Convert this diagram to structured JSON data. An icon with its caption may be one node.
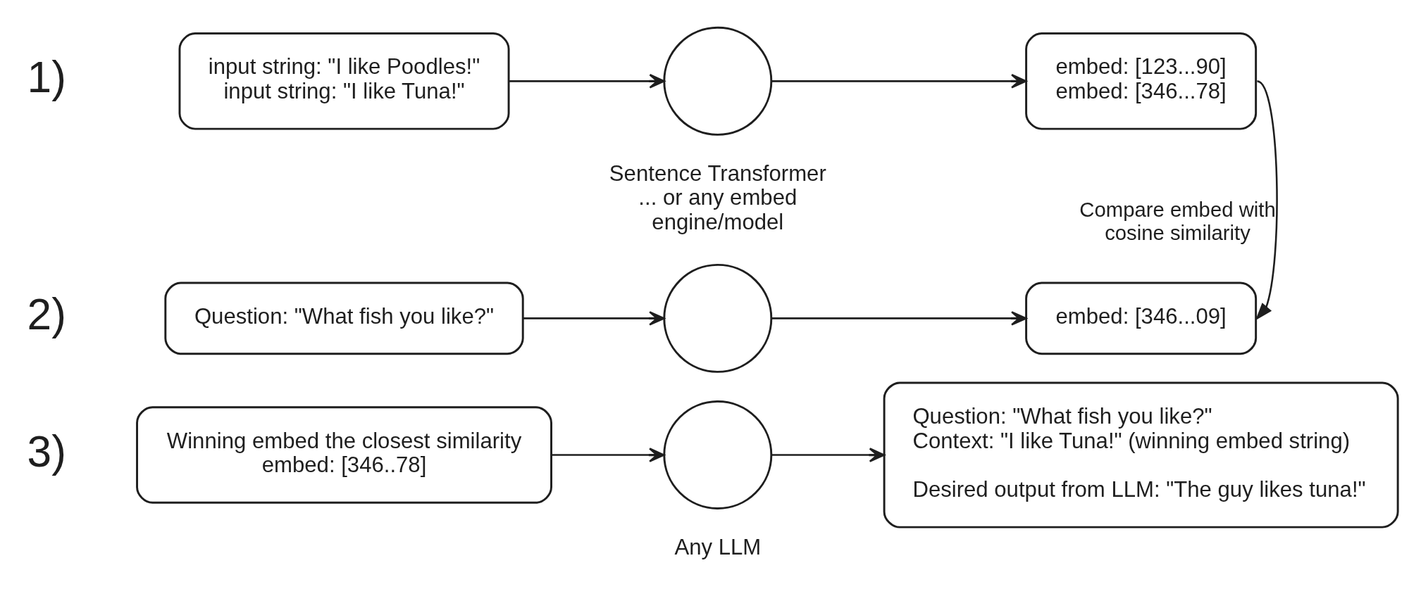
{
  "diagram": {
    "nodes": [
      {
        "text": [
          "input string: \"I like Poodles!\"",
          "input string: \"I like Tuna!\""
        ]
      },
      {
        "text": [],
        "shape": "circle",
        "beside": [
          "Sentence Transformer ... or any embed engine/model"
        ]
      },
      {
        "text": [
          "embed: [123...90]",
          "embed: [346...78]"
        ]
      },
      {
        "text": [
          "Question: \"What fish you like?\""
        ]
      },
      {
        "text": [],
        "shape": "circle"
      },
      {
        "text": [
          "embed: [346...09]"
        ]
      },
      {
        "text": [
          "Winning embed the closest similarity embed: [346..78]"
        ]
      },
      {
        "text": [],
        "shape": "circle",
        "beside": [
          "Any LLM"
        ]
      },
      {
        "text": [
          "Question: \"What fish you like?\"",
          "Context: \"I like Tuna!\" (winning embed string)",
          "Desired output from LLM: \"The guy likes tuna!\""
        ]
      }
    ],
    "edges": [
      {
        "from": 0,
        "to": 1,
        "arrow": "to"
      },
      {
        "from": 1,
        "to": 2,
        "arrow": "to"
      },
      {
        "from": 2,
        "to": 5,
        "arrow": "to",
        "label": "Compare embed with cosine similarity"
      },
      {
        "from": 3,
        "to": 4,
        "arrow": "to"
      },
      {
        "from": 4,
        "to": 5,
        "arrow": "to"
      },
      {
        "from": 6,
        "to": 7,
        "arrow": "to"
      },
      {
        "from": 7,
        "to": 8,
        "arrow": "to"
      }
    ],
    "labels": [
      "1)",
      "2)",
      "3)"
    ]
  }
}
